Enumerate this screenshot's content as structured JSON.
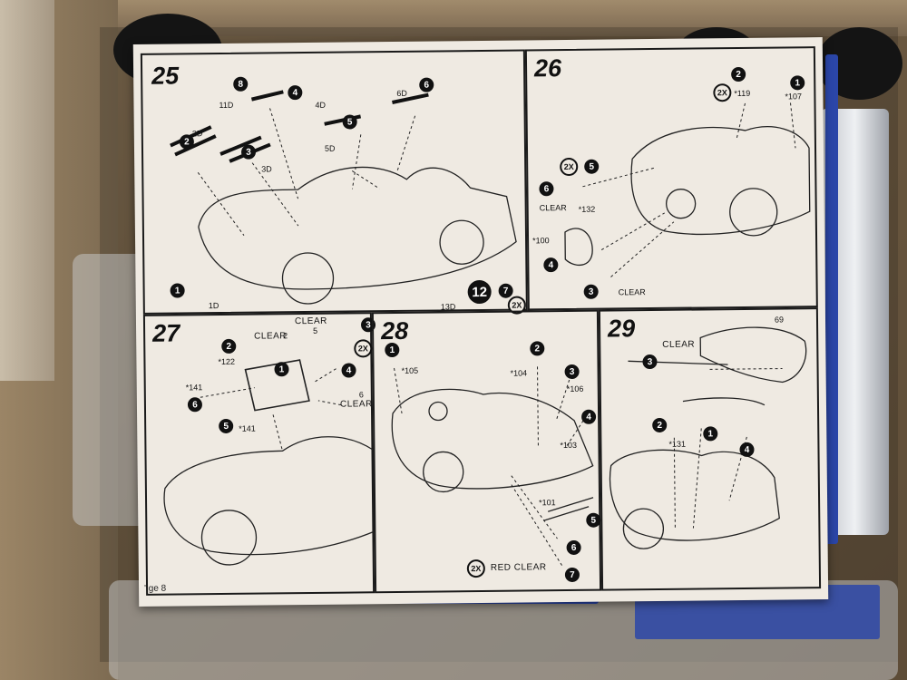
{
  "panels": [
    {
      "step": "25",
      "labels": [
        "11D",
        "4D",
        "6D",
        "2D",
        "5D",
        "3D",
        "1D",
        "13D"
      ],
      "callouts": [
        "8",
        "4",
        "6",
        "2",
        "5",
        "3",
        "1",
        "12",
        "7"
      ],
      "twox": "2X"
    },
    {
      "step": "26",
      "labels": [
        "*119",
        "*107",
        "CLEAR",
        "*132",
        "*100",
        "CLEAR"
      ],
      "callouts": [
        "2",
        "1",
        "5",
        "6",
        "4",
        "3"
      ],
      "twox": "2X",
      "twox_b": "2X"
    },
    {
      "step": "27",
      "labels": [
        "CLEAR",
        "CLEAR",
        "*122",
        "*141",
        "*141",
        "CLEAR"
      ],
      "callouts": [
        "3",
        "2",
        "1",
        "4",
        "6",
        "5"
      ],
      "twox": "2X",
      "num_a": "5",
      "num_b": "2",
      "num_c": "6"
    },
    {
      "step": "28",
      "labels": [
        "*105",
        "*104",
        "*106",
        "*103",
        "*101",
        "RED CLEAR"
      ],
      "callouts": [
        "1",
        "2",
        "3",
        "4",
        "5",
        "6",
        "7"
      ],
      "twox": "2X"
    },
    {
      "step": "29",
      "labels": [
        "CLEAR",
        "*131",
        "69"
      ],
      "callouts": [
        "3",
        "2",
        "1",
        "4"
      ]
    }
  ],
  "footer": "' ge 8",
  "colors": {
    "sheet": "#efeae2",
    "ink": "#111111",
    "sprue_blue": "#2b46a8",
    "cardboard": "#7c6a51"
  }
}
